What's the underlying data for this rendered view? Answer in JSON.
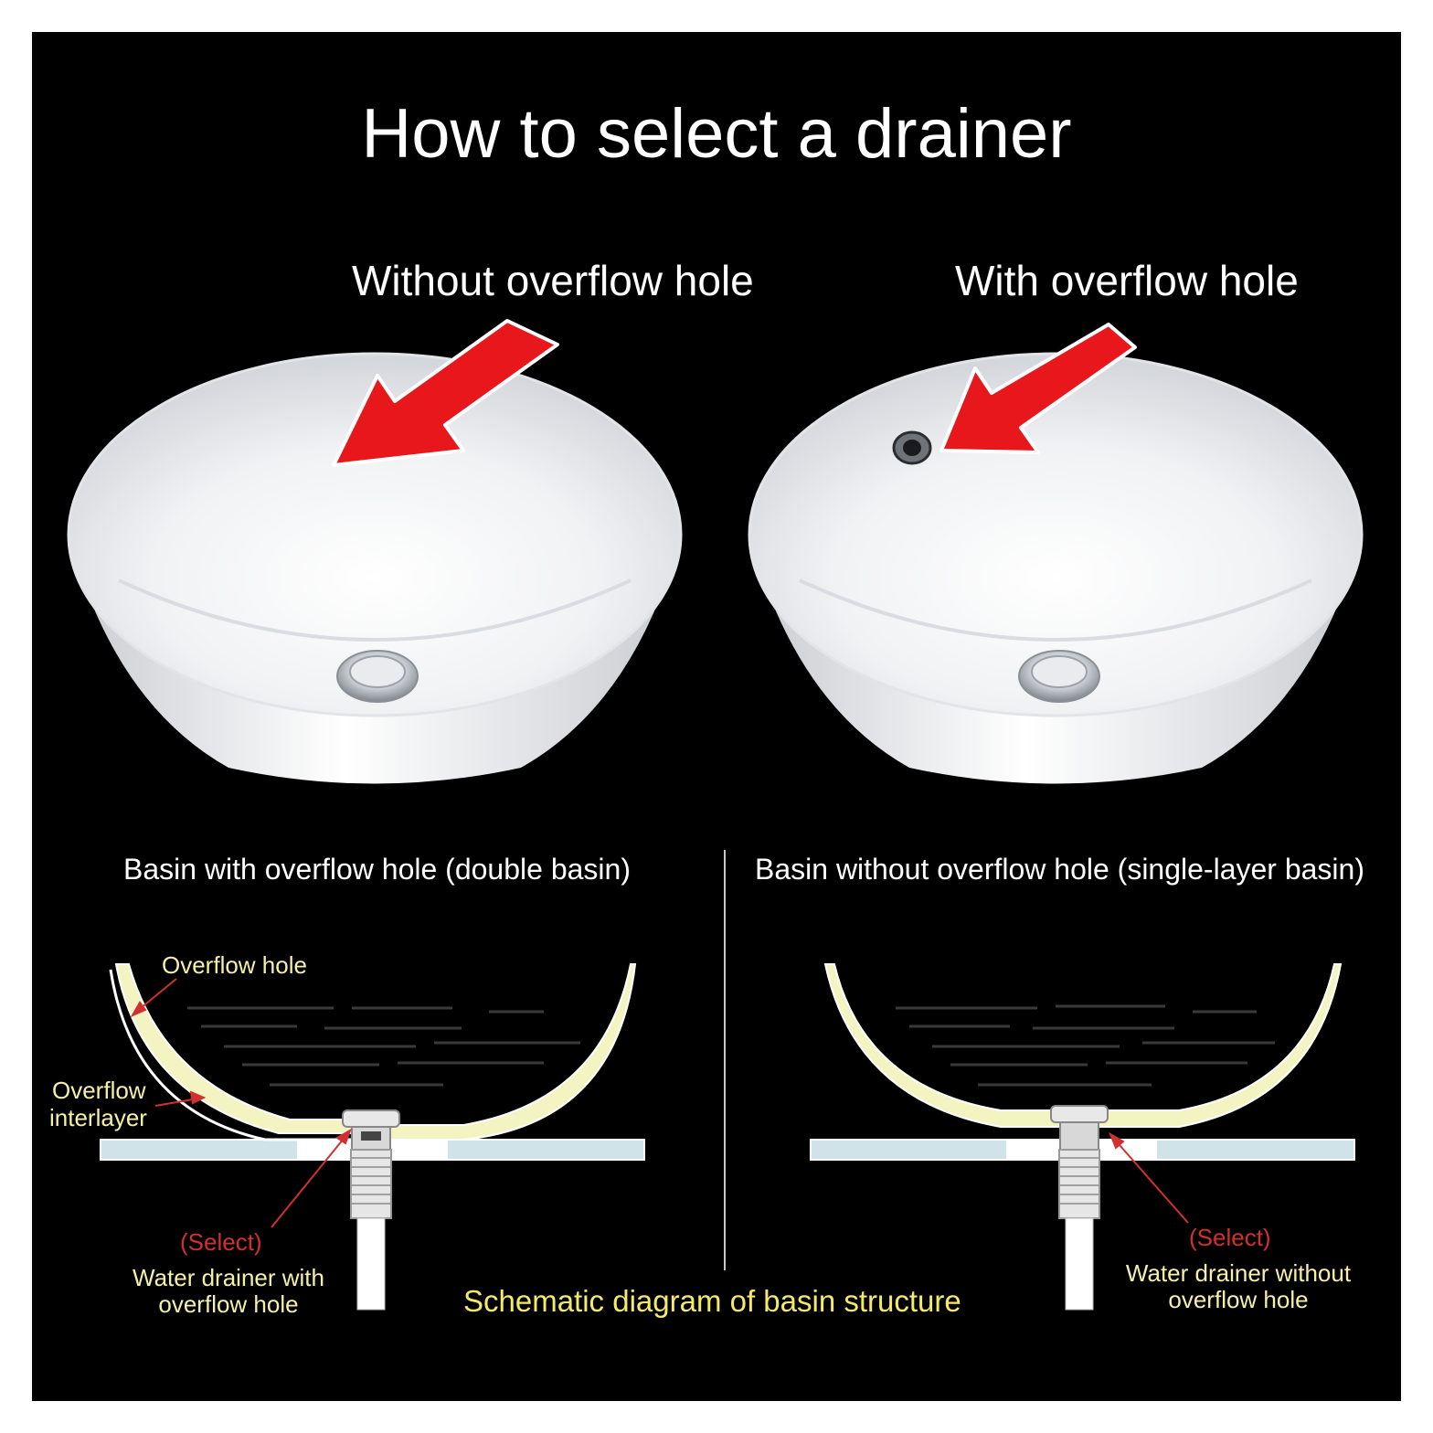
{
  "title": "How to select a drainer",
  "left_photo": {
    "label": "Without overflow hole"
  },
  "right_photo": {
    "label": "With overflow hole"
  },
  "left_diagram": {
    "heading": "Basin with overflow hole (double basin)",
    "overflow_hole_label": "Overflow hole",
    "interlayer_label_line1": "Overflow",
    "interlayer_label_line2": "interlayer",
    "select_label": "(Select)",
    "drainer_label_line1": "Water drainer with",
    "drainer_label_line2": "overflow hole"
  },
  "right_diagram": {
    "heading": "Basin without overflow hole (single-layer basin)",
    "select_label": "(Select)",
    "drainer_label_line1": "Water drainer without",
    "drainer_label_line2": "overflow hole"
  },
  "caption": "Schematic diagram of basin structure",
  "colors": {
    "background": "#000000",
    "arrow": "#e8171b",
    "basin_section": "#f4f3c2",
    "counter": "#cfe3e8",
    "label_yellow": "#f6f0a8",
    "select_red": "#d13030"
  }
}
